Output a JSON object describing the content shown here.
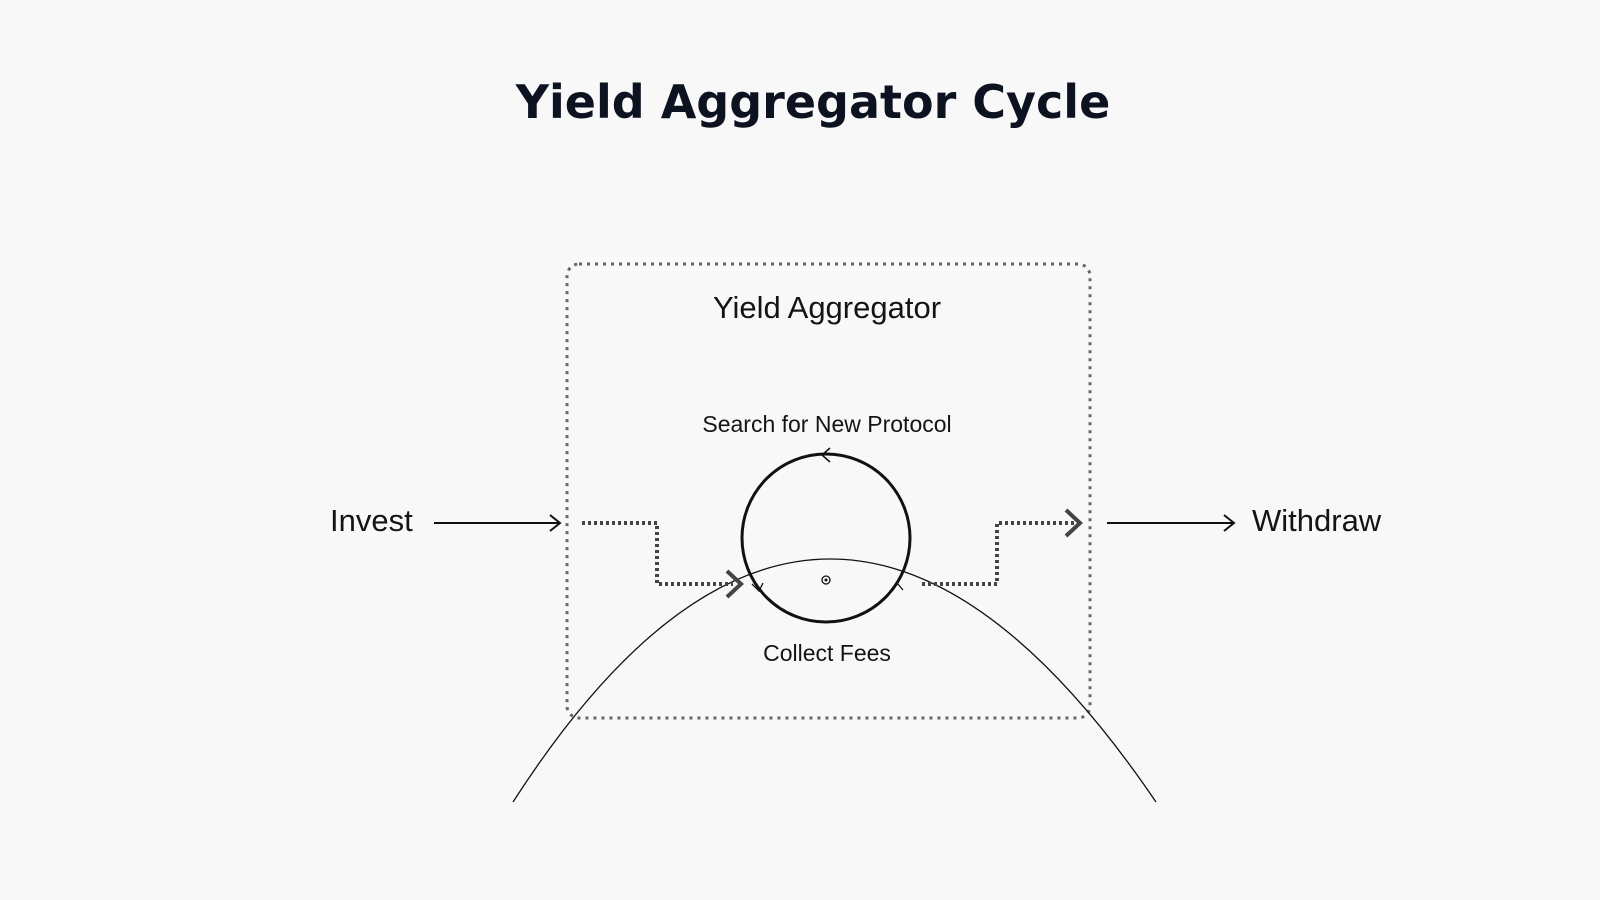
{
  "diagram": {
    "title": "Yield Aggregator Cycle",
    "container_label": "Yield Aggregator",
    "input_label": "Invest",
    "output_label": "Withdraw",
    "cycle_top_label": "Search for New Protocol",
    "cycle_bottom_label": "Collect Fees"
  },
  "colors": {
    "background": "#f8f8f8",
    "title": "#0d1220",
    "text": "#141414",
    "line": "#111111",
    "dotted": "#444444",
    "container_border": "#666666"
  },
  "icons": [
    "arrow-right-icon",
    "chevron-right-icon",
    "chevron-left-icon"
  ]
}
